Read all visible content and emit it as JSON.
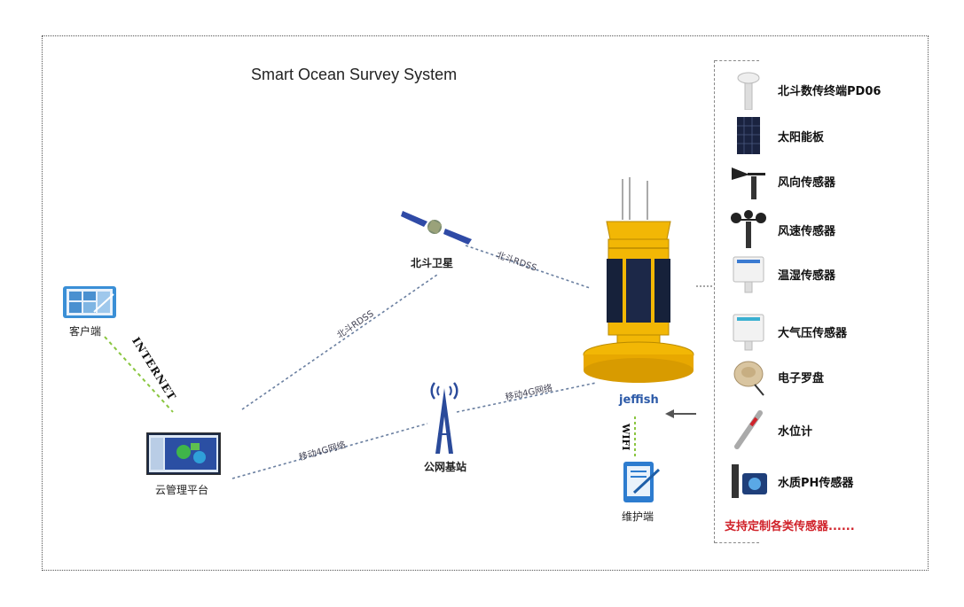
{
  "title": "Smart Ocean Survey System",
  "nodes": {
    "client": "客户端",
    "cloud": "云管理平台",
    "satellite": "北斗卫星",
    "base_station": "公网基站",
    "maintenance": "维护端",
    "buoy_brand": "jeffish"
  },
  "links": {
    "internet": "INTERNET",
    "wifi": "WIFI",
    "rdss_left": "北斗RDSS",
    "rdss_right": "北斗RDSS",
    "net4g_left": "移动4G网络",
    "net4g_right": "移动4G网络"
  },
  "sensors": [
    {
      "name": "北斗数传终端PD06",
      "icon": "antenna-icon"
    },
    {
      "name": "太阳能板",
      "icon": "solar-panel-icon"
    },
    {
      "name": "风向传感器",
      "icon": "wind-vane-icon"
    },
    {
      "name": "风速传感器",
      "icon": "anemometer-icon"
    },
    {
      "name": "温湿传感器",
      "icon": "humidity-sensor-icon"
    },
    {
      "name": "大气压传感器",
      "icon": "pressure-sensor-icon"
    },
    {
      "name": "电子罗盘",
      "icon": "compass-icon"
    },
    {
      "name": "水位计",
      "icon": "water-level-icon"
    },
    {
      "name": "水质PH传感器",
      "icon": "ph-sensor-icon"
    }
  ],
  "custom_note": "支持定制各类传感器......",
  "colors": {
    "link": "#6a7fa0",
    "internet_link": "#8ac640",
    "wifi_link": "#8ac640",
    "accent_red": "#d0222a",
    "buoy_yellow": "#f2b705"
  }
}
